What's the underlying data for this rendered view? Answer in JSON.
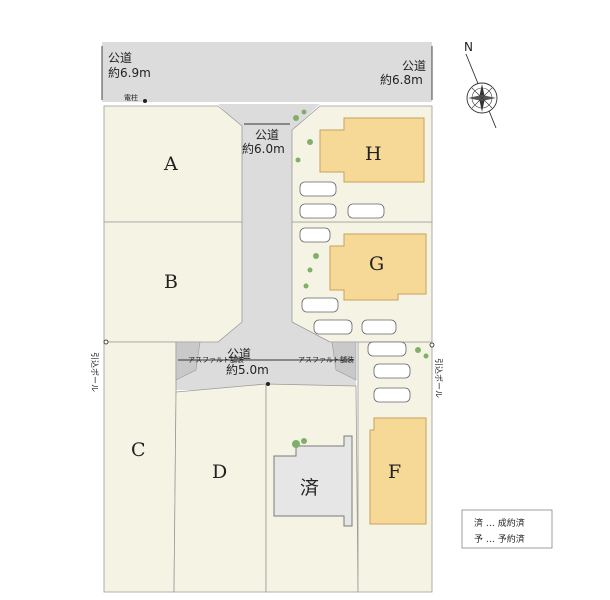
{
  "roads": {
    "top_name": "公道",
    "top_left_width": "約6.9m",
    "top_right_width": "約6.8m",
    "center_name": "公道",
    "center_width": "約6.0m",
    "bottom_name": "公道",
    "bottom_width": "約5.0m"
  },
  "labels": {
    "utility_pole": "電柱",
    "asphalt_left": "アスファルト舗装",
    "asphalt_right": "アスファルト舗装",
    "pull_pole_left": "引込ポール",
    "pull_pole_right": "引込ポール"
  },
  "compass": {
    "north": "N"
  },
  "lots": [
    "A",
    "B",
    "C",
    "D",
    "F",
    "G",
    "H"
  ],
  "sold_mark": "済",
  "legend": {
    "sold": "済 … 成約済",
    "reserved": "予 … 予約済"
  },
  "colors": {
    "road": "#dcdcdc",
    "lot": "#f5f3e4",
    "house": "#f6d897",
    "house_stroke": "#c9a25a",
    "sold_house": "#e6e6e6",
    "boundary": "#9a9a9a"
  }
}
